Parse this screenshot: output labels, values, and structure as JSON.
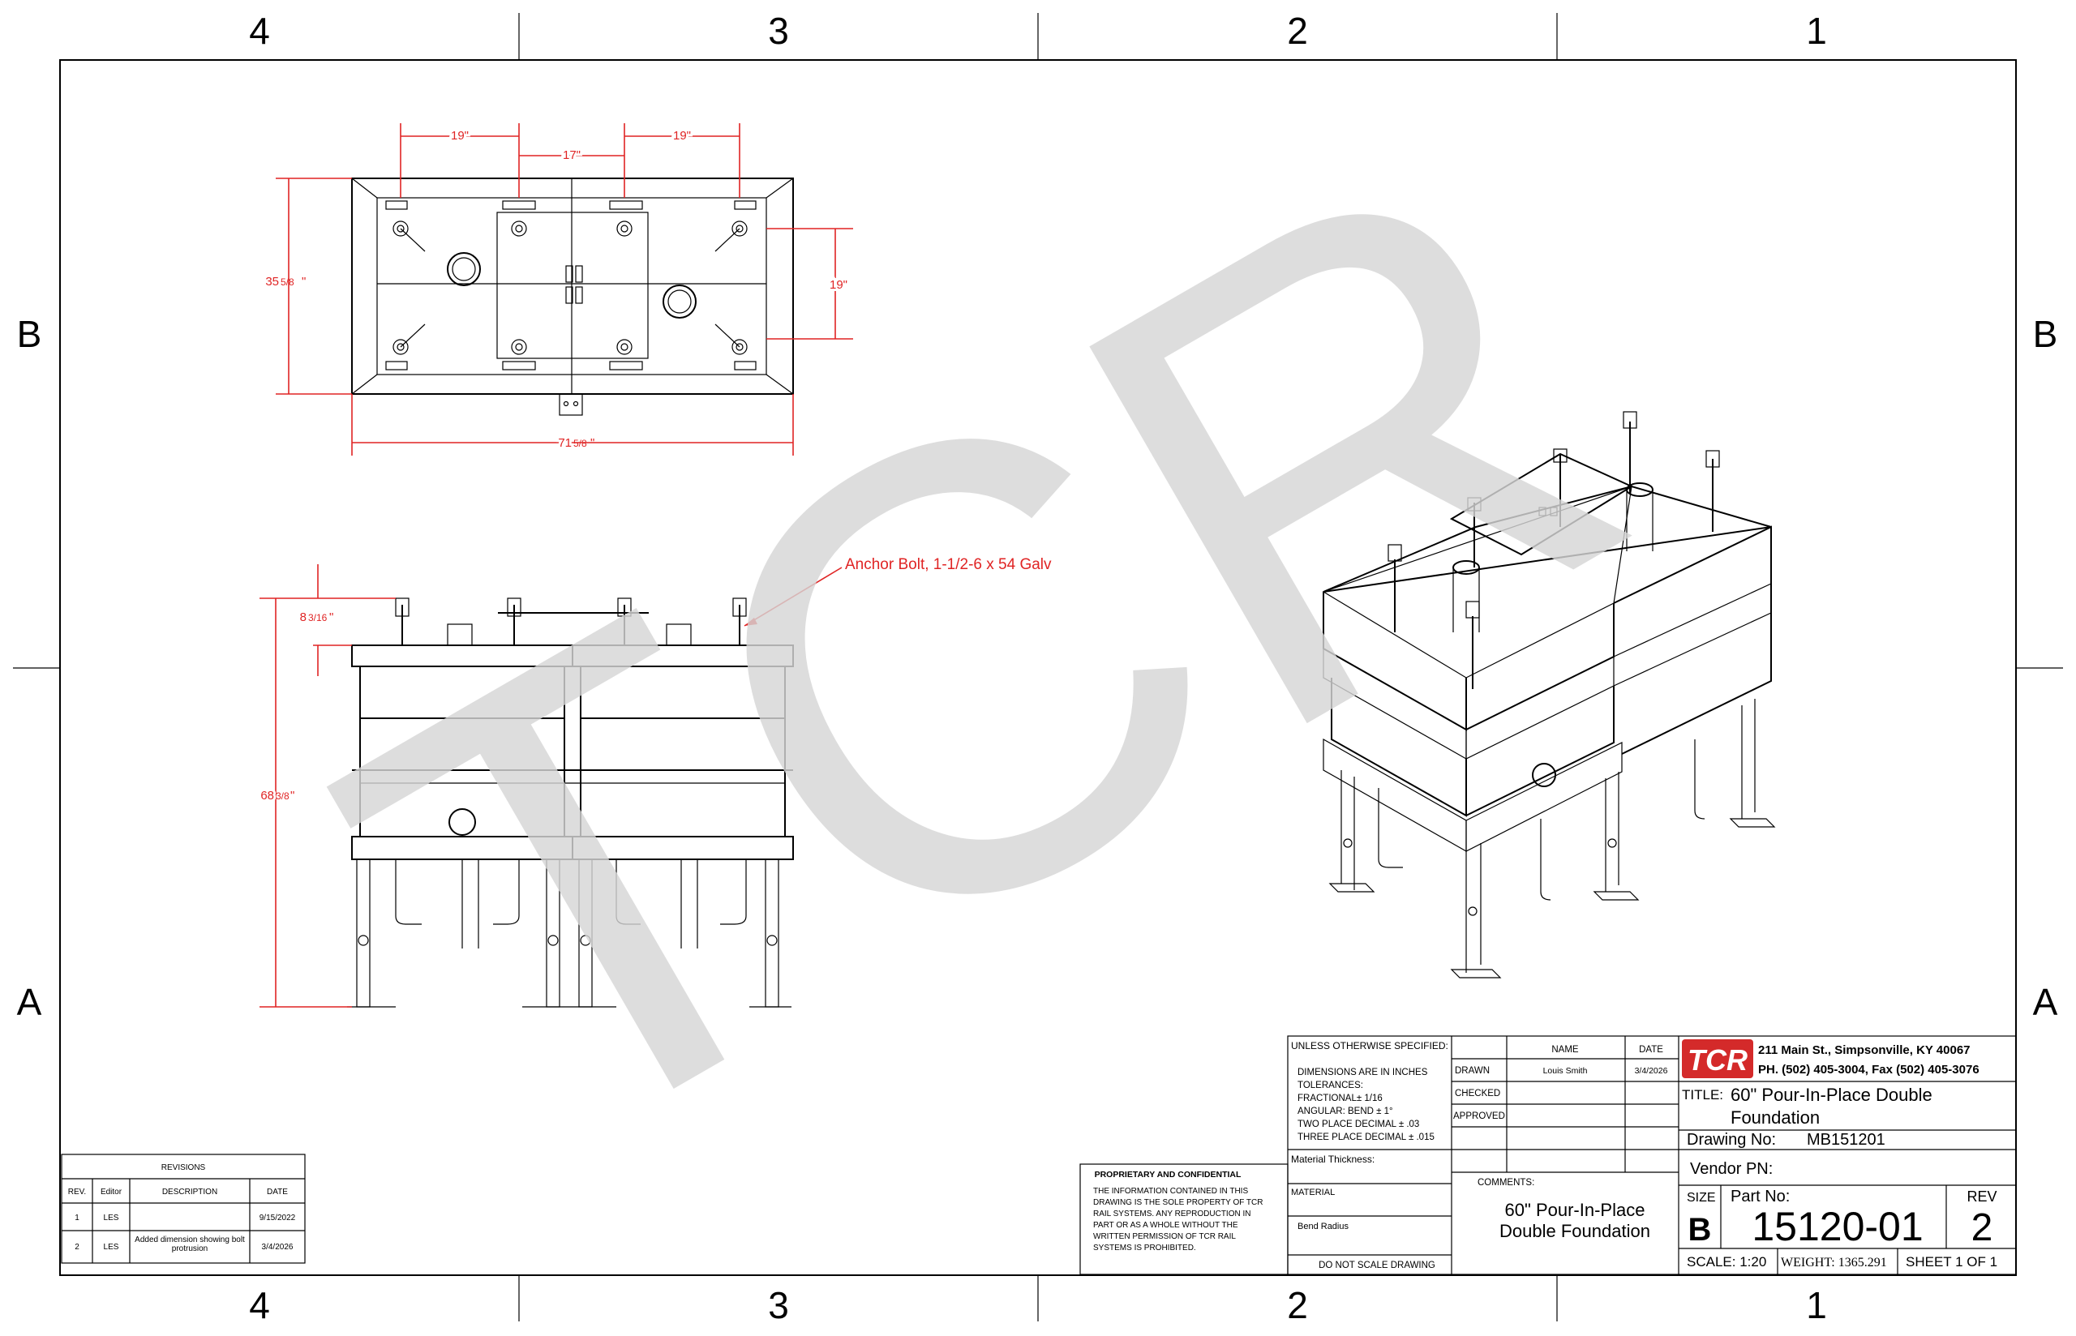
{
  "zones": {
    "columns": [
      "4",
      "3",
      "2",
      "1"
    ],
    "rows": [
      "B",
      "A"
    ]
  },
  "watermark": "TCR",
  "dimensions": {
    "top_left_19": "19\"",
    "top_mid_17": "17\"",
    "top_right_19": "19\"",
    "left_height": "35",
    "left_height_frac": "5/8",
    "right_19": "19\"",
    "width": "71",
    "width_frac": "5/8",
    "bolt_protrusion": "8",
    "bolt_protrusion_frac": "3/16",
    "total_height": "68",
    "total_height_frac": "3/8",
    "inch_mark": "\""
  },
  "callout": "Anchor Bolt, 1-1/2-6 x 54 Galv",
  "revisions": {
    "title": "REVISIONS",
    "headers": [
      "REV.",
      "Editor",
      "DESCRIPTION",
      "DATE"
    ],
    "rows": [
      {
        "rev": "1",
        "editor": "LES",
        "description": "",
        "date": "9/15/2022"
      },
      {
        "rev": "2",
        "editor": "LES",
        "description": "Added dimension showing bolt protrusion",
        "date": "3/4/2026"
      }
    ]
  },
  "proprietary": {
    "title": "PROPRIETARY AND CONFIDENTIAL",
    "lines": [
      "THE INFORMATION CONTAINED IN THIS",
      "DRAWING IS THE SOLE PROPERTY OF TCR",
      "RAIL SYSTEMS.  ANY REPRODUCTION IN",
      "PART OR AS A WHOLE WITHOUT THE",
      "WRITTEN PERMISSION OF TCR RAIL",
      "SYSTEMS IS PROHIBITED."
    ]
  },
  "tolerances": {
    "heading": "UNLESS OTHERWISE SPECIFIED:",
    "lines": [
      "DIMENSIONS ARE IN INCHES",
      "TOLERANCES:",
      "FRACTIONAL± 1/16",
      "ANGULAR:  BEND ± 1°",
      "TWO PLACE DECIMAL    ± .03",
      "THREE PLACE DECIMAL  ± .015"
    ],
    "material_thickness": "Material Thickness:",
    "material": "MATERIAL",
    "bend_radius": "Bend Radius",
    "do_not_scale": "DO NOT SCALE DRAWING"
  },
  "approvals": {
    "name_header": "NAME",
    "date_header": "DATE",
    "rows": [
      {
        "label": "DRAWN",
        "name": "Louis Smith",
        "date": "3/4/2026"
      },
      {
        "label": "CHECKED",
        "name": "",
        "date": ""
      },
      {
        "label": "APPROVED",
        "name": "",
        "date": ""
      }
    ]
  },
  "comments": {
    "label": "COMMENTS:",
    "line1": "60\" Pour-In-Place",
    "line2": "Double Foundation"
  },
  "company": {
    "logo": "TCR",
    "address": "211 Main St., Simpsonville, KY  40067",
    "phone": "PH. (502) 405-3004, Fax (502) 405-3076",
    "brand_color": "#d42a2a"
  },
  "title_block": {
    "title_label": "TITLE:",
    "title_line1": "60\" Pour-In-Place Double",
    "title_line2": "Foundation",
    "drawing_no_label": "Drawing No:",
    "drawing_no": "MB151201",
    "vendor_pn_label": "Vendor PN:",
    "size_label": "SIZE",
    "size": "B",
    "part_no_label": "Part No:",
    "part_no": "15120-01",
    "rev_label": "REV",
    "rev": "2",
    "scale": "SCALE: 1:20",
    "weight": "WEIGHT: 1365.291",
    "sheet": "SHEET 1 OF 1"
  },
  "colors": {
    "dimension": "#e02424",
    "watermark": "#d6d6d6"
  }
}
